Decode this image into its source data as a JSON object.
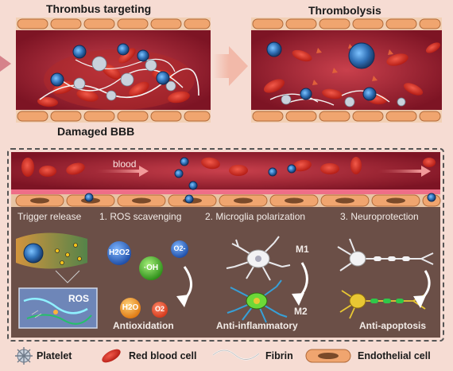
{
  "top": {
    "left_title": "Thrombus targeting",
    "right_title": "Thrombolysis",
    "bottom_label": "Damaged BBB"
  },
  "middle": {
    "blood_label": "blood",
    "steps": [
      "Trigger release",
      "1. ROS scavenging",
      "2. Microglia polarization",
      "3. Neuroprotection"
    ],
    "molecules": {
      "h2o2": "H2O2",
      "o2minus": "O2-",
      "oh": "·OH",
      "h2o": "H2O",
      "o2": "O2"
    },
    "ros_label": "ROS",
    "m1_label": "M1",
    "m2_label": "M2",
    "outcomes": {
      "antioxidation": "Antioxidation",
      "antiinflammatory": "Anti-inflammatory",
      "antiapoptosis": "Anti-apoptosis"
    }
  },
  "legend": [
    "Platelet",
    "Red blood cell",
    "Fibrin",
    "Endothelial cell"
  ],
  "colors": {
    "background": "#f6dcd3",
    "vessel": "#8c1b2a",
    "endothelial": "#f0a56f",
    "brain_tissue": "#6b4f47",
    "red_cell": "#d6291f",
    "nanoparticle": "#2f6fb5",
    "microglia_m2": "#36a0d8",
    "neuron_yellow": "#e8c733"
  }
}
